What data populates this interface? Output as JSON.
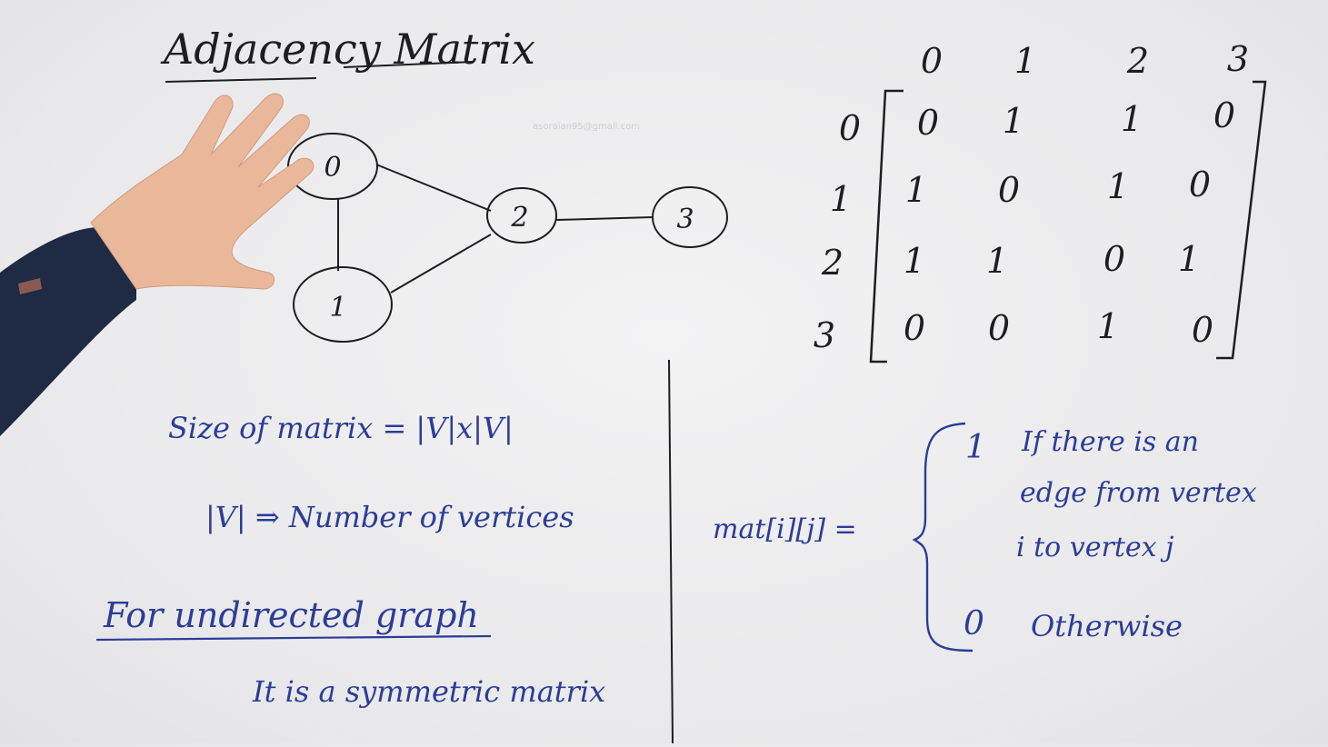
{
  "title": "Adjacency Matrix",
  "watermark": "asoraian95@gmail.com",
  "graph": {
    "nodes": [
      "0",
      "1",
      "2",
      "3"
    ],
    "edges": [
      [
        "0",
        "1"
      ],
      [
        "0",
        "2"
      ],
      [
        "1",
        "2"
      ],
      [
        "2",
        "3"
      ]
    ]
  },
  "matrix": {
    "col_headers": [
      "0",
      "1",
      "2",
      "3"
    ],
    "row_headers": [
      "0",
      "1",
      "2",
      "3"
    ],
    "rows": [
      [
        "0",
        "1",
        "1",
        "0"
      ],
      [
        "1",
        "0",
        "1",
        "0"
      ],
      [
        "1",
        "1",
        "0",
        "1"
      ],
      [
        "0",
        "0",
        "1",
        "0"
      ]
    ]
  },
  "notes": {
    "size_line": "Size of matrix = |V|x|V|",
    "v_line": "|V| ⇒ Number of vertices",
    "undirected_heading": "For undirected graph",
    "symmetric_line": "It is a symmetric matrix"
  },
  "definition": {
    "lhs": "mat[i][j] =",
    "case1_value": "1",
    "case1_text_1": "If there is an",
    "case1_text_2": "edge from vertex",
    "case1_text_3": "i to vertex j",
    "case2_value": "0",
    "case2_text": "Otherwise"
  },
  "colors": {
    "marker_black": "#1e1e22",
    "marker_blue": "#2c3c9a",
    "board": "#ececee",
    "skin": "#e9b79a",
    "sleeve": "#1f2a44"
  }
}
